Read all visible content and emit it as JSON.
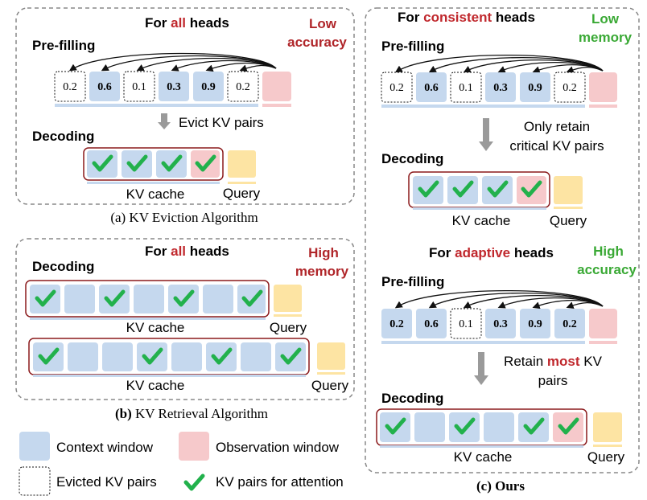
{
  "panel_a": {
    "header_pre": "For ",
    "header_em": "all",
    "header_post": " heads",
    "badge": [
      "Low",
      "accuracy"
    ],
    "prefill_label": "Pre-filling",
    "scores": [
      "0.2",
      "0.6",
      "0.1",
      "0.3",
      "0.9",
      "0.2"
    ],
    "evict_label": "Evict KV pairs",
    "decoding_label": "Decoding",
    "kv_cache_label": "KV cache",
    "query_label": "Query",
    "caption": "(a) KV Eviction Algorithm"
  },
  "panel_b": {
    "header_pre": "For ",
    "header_em": "all",
    "header_post": " heads",
    "badge": [
      "High",
      "memory"
    ],
    "decoding_label": "Decoding",
    "kv_cache_label": "KV cache",
    "query_label": "Query",
    "caption_bold": "(b)",
    "caption_rest": " KV Retrieval Algorithm"
  },
  "panel_c": {
    "header1_pre": "For ",
    "header1_em": "consistent",
    "header1_post": " heads",
    "badge1": [
      "Low",
      "memory"
    ],
    "prefill_label": "Pre-filling",
    "scores1": [
      "0.2",
      "0.6",
      "0.1",
      "0.3",
      "0.9",
      "0.2"
    ],
    "retain_text": [
      "Only retain",
      "critical KV pairs"
    ],
    "decoding_label": "Decoding",
    "kv_cache_label": "KV cache",
    "query_label": "Query",
    "header2_pre": "For ",
    "header2_em": "adaptive",
    "header2_post": " heads",
    "badge2": [
      "High",
      "accuracy"
    ],
    "scores2": [
      "0.2",
      "0.6",
      "0.1",
      "0.3",
      "0.9",
      "0.2"
    ],
    "retain_most_pre": "Retain ",
    "retain_most_em": "most",
    "retain_most_post": " KV",
    "retain_most_line2": "pairs",
    "caption": "(c) Ours"
  },
  "legend": {
    "context_window": "Context window",
    "observation_window": "Observation window",
    "evicted_kv": "Evicted KV pairs",
    "kv_attention": "KV pairs for attention"
  },
  "colors": {
    "context_blue": "#c5d8ee",
    "observation_pink": "#f6c9cb",
    "query_yellow": "#fde4a3",
    "check_green": "#22b14c",
    "emphasis_red": "#c0282d",
    "badge_red": "#b0262a",
    "badge_green": "#3aa935",
    "outline_red": "#8b1a1c"
  }
}
